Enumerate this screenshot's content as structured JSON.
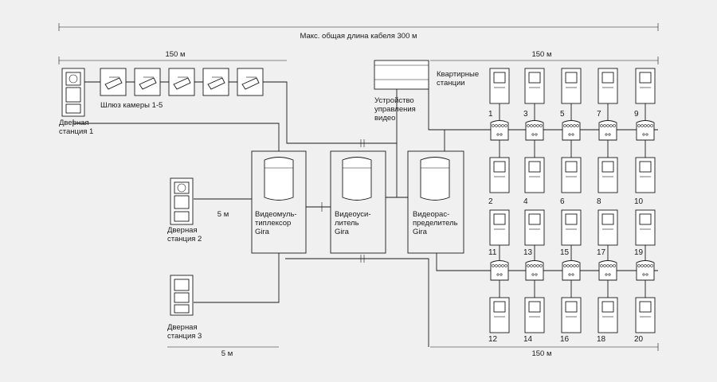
{
  "dims": {
    "total": "Макс. общая длина кабеля 300 м",
    "top_left": "150 м",
    "top_right": "150 м",
    "mid_left": "5 м",
    "bottom_left": "5 м",
    "bottom_right": "150 м"
  },
  "door1": [
    "Дверная",
    "станция 1"
  ],
  "door2": [
    "Дверная",
    "станция 2"
  ],
  "door3": [
    "Дверная",
    "станция 3"
  ],
  "cameras_label": "Шлюз камеры 1-5",
  "controller": [
    "Устройство",
    "управления",
    "видео"
  ],
  "apartments": [
    "Квартирные",
    "станции"
  ],
  "multiplexer": [
    "Видеомуль-",
    "типлексор",
    "Gira"
  ],
  "amplifier": [
    "Видеоуси-",
    "литель",
    "Gira"
  ],
  "distributor": [
    "Видеорас-",
    "пределитель",
    "Gira"
  ],
  "stations": {
    "row1": [
      "1",
      "3",
      "5",
      "7",
      "9"
    ],
    "row2": [
      "2",
      "4",
      "6",
      "8",
      "10"
    ],
    "row3": [
      "11",
      "13",
      "15",
      "17",
      "19"
    ],
    "row4": [
      "12",
      "14",
      "16",
      "18",
      "20"
    ]
  }
}
